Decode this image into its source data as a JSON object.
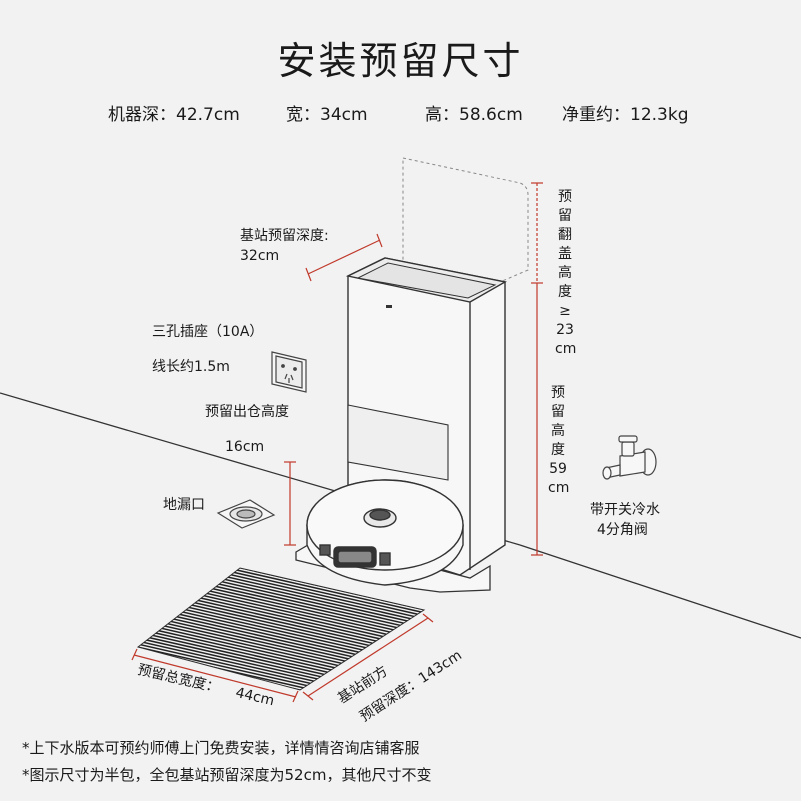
{
  "title": "安装预留尺寸",
  "specs": {
    "depth": "机器深：42.7cm",
    "width": "宽：34cm",
    "height": "高：58.6cm",
    "weight": "净重约：12.3kg"
  },
  "labels": {
    "base_depth_1": "基站预留深度:",
    "base_depth_2": "32cm",
    "socket_1": "三孔插座（10A）",
    "socket_2": "线长约1.5m",
    "exit_height_1": "预留出仓高度",
    "exit_height_2": "16cm",
    "floor_drain": "地漏口",
    "lid_height_chars": [
      "预",
      "留",
      "翻",
      "盖",
      "高",
      "度",
      "≥",
      "23",
      "cm"
    ],
    "reserve_height_chars": [
      "预",
      "留",
      "高",
      "度",
      "59",
      "cm"
    ],
    "valve_1": "带开关冷水",
    "valve_2": "4分角阀",
    "total_width_1": "预留总宽度：",
    "total_width_2": "44cm",
    "front_depth_1": "基站前方",
    "front_depth_2": "预留深度：143cm"
  },
  "notes": [
    "*上下水版本可预约师傅上门免费安装，详情情咨询店铺客服",
    "*图示尺寸为半包，全包基站预留深度为52cm，其他尺寸不变"
  ],
  "colors": {
    "background": "#f2f2f2",
    "dimension_line": "#c0392b",
    "outline": "#333333"
  }
}
